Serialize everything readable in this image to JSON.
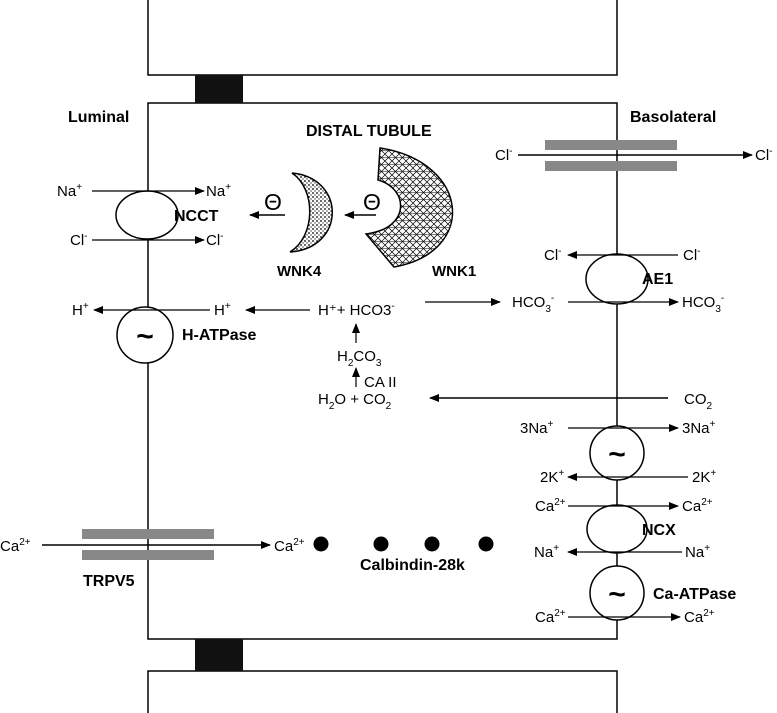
{
  "labels": {
    "luminal": "Luminal",
    "basolateral": "Basolateral",
    "title": "DISTAL TUBULE",
    "ncct": "NCCT",
    "wnk4": "WNK4",
    "wnk1": "WNK1",
    "inhibit_symbol": "Θ",
    "ae1": "AE1",
    "h_atpase": "H-ATPase",
    "ncx": "NCX",
    "ca_atpase": "Ca-ATPase",
    "trpv5": "TRPV5",
    "calbindin": "Calbindin-28k",
    "ca_ii": "CA II",
    "pump_symbol": "~"
  },
  "ions": {
    "na": "Na",
    "na_charge": "+",
    "cl": "Cl",
    "cl_charge": "-",
    "h": "H",
    "h_charge": "+",
    "h_plus_hco3": "H⁺+ HCO3",
    "hco3_charge": "-",
    "hco": "HCO",
    "three": "3",
    "h2co3_h": "H",
    "two": "2",
    "co": "CO",
    "h2o_plus": "O + CO",
    "co2_co": "CO",
    "three_na": "3Na",
    "two_k": "2K",
    "k_charge": "+",
    "ca": "Ca",
    "ca_charge": "2+"
  },
  "colors": {
    "stroke": "#000000",
    "channel_gray": "#888888",
    "junction": "#111111"
  }
}
